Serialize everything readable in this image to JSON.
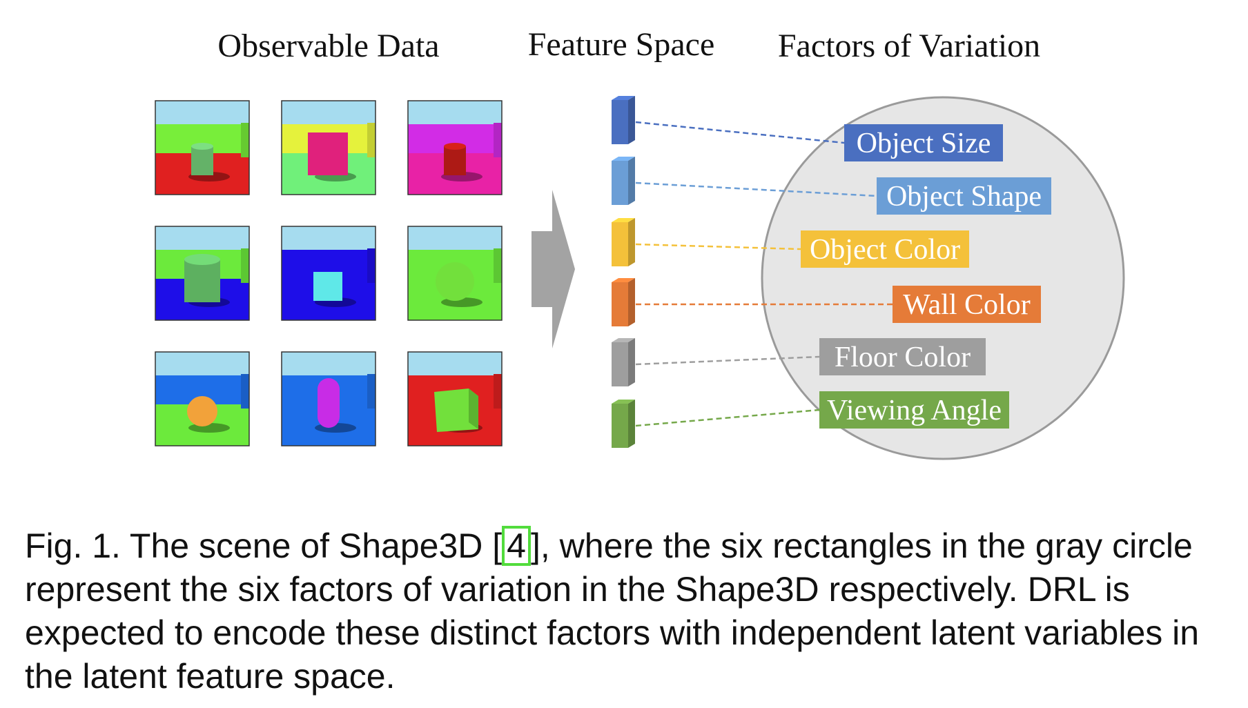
{
  "headings": {
    "observable": "Observable Data",
    "feature": "Feature Space",
    "factors": "Factors of Variation"
  },
  "scenes": [
    {
      "sky": "#a6dcef",
      "wall": "#78ee3a",
      "floor": "#e02020",
      "shape": "cylinder-small",
      "obj": "#7ddf82"
    },
    {
      "sky": "#a6dcef",
      "wall": "#e5f23c",
      "floor": "#70f07a",
      "shape": "cube",
      "obj": "#e0217c"
    },
    {
      "sky": "#a6dcef",
      "wall": "#d22ce6",
      "floor": "#e822a6",
      "shape": "cylinder-small",
      "obj": "#d8211a"
    },
    {
      "sky": "#a6dcef",
      "wall": "#6cea3c",
      "floor": "#1e0ee8",
      "shape": "cylinder-big",
      "obj": "#74dc78"
    },
    {
      "sky": "#a6dcef",
      "wall": "#1e0ee8",
      "floor": "#1e0ee8",
      "shape": "cube-small",
      "obj": "#5fe8e8"
    },
    {
      "sky": "#a6dcef",
      "wall": "#6cea3c",
      "floor": "#6cea3c",
      "shape": "sphere",
      "obj": "#72e03c"
    },
    {
      "sky": "#a6dcef",
      "wall": "#1e6ee8",
      "floor": "#6cea3c",
      "shape": "sphere-small",
      "obj": "#f2a23a"
    },
    {
      "sky": "#a6dcef",
      "wall": "#1e6ee8",
      "floor": "#1e6ee8",
      "shape": "capsule",
      "obj": "#c82ce6"
    },
    {
      "sky": "#a6dcef",
      "wall": "#e02020",
      "floor": "#e02020",
      "shape": "cube-big",
      "obj": "#72e03c"
    }
  ],
  "factors": [
    {
      "label": "Object Size",
      "color": "#4a6fc0"
    },
    {
      "label": "Object Shape",
      "color": "#6b9ed6"
    },
    {
      "label": "Object Color",
      "color": "#f4c13a"
    },
    {
      "label": "Wall Color",
      "color": "#e57b38"
    },
    {
      "label": "Floor Color",
      "color": "#9e9e9e"
    },
    {
      "label": "Viewing Angle",
      "color": "#75a84a"
    }
  ],
  "caption": {
    "before": "Fig. 1. The scene of Shape3D [",
    "ref": "4",
    "after": "], where the six rectangles in the gray circle represent the six factors of variation in the Shape3D respectively. DRL is expected to encode these distinct factors with independent latent variables in the latent feature space."
  }
}
